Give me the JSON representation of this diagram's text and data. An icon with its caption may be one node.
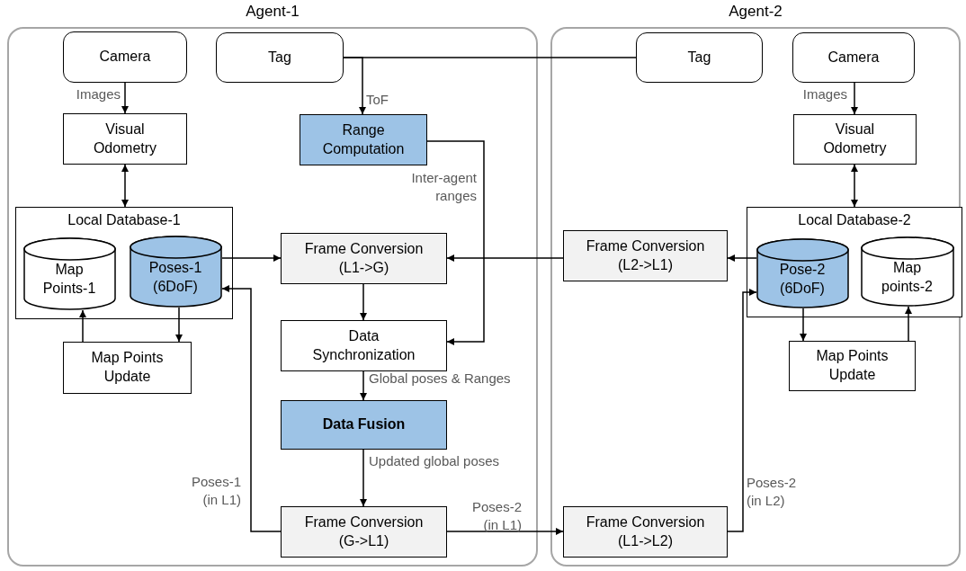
{
  "diagram": {
    "nodes": [
      {
        "text": [
          "Agent-1"
        ]
      },
      {
        "text": [
          "Camera"
        ],
        "in": 0
      },
      {
        "text": [
          "Tag"
        ],
        "in": 0
      },
      {
        "text": [
          "Visual Odometry"
        ],
        "in": 0
      },
      {
        "text": [
          "Range Computation"
        ],
        "in": 0
      },
      {
        "text": [
          "Local Database-1"
        ],
        "in": 0
      },
      {
        "text": [
          "Map Points-1"
        ],
        "in": 5
      },
      {
        "text": [
          "Poses-1 (6DoF)"
        ],
        "in": 5
      },
      {
        "text": [
          "Frame Conversion (L1->G)"
        ],
        "in": 0
      },
      {
        "text": [
          "Map Points Update"
        ],
        "in": 0
      },
      {
        "text": [
          "Data Synchronization"
        ],
        "in": 0
      },
      {
        "text": [
          "Data Fusion"
        ],
        "in": 0
      },
      {
        "text": [
          "Frame Conversion (G->L1)"
        ],
        "in": 0
      },
      {
        "text": [
          "Agent-2"
        ]
      },
      {
        "text": [
          "Tag"
        ],
        "in": 13
      },
      {
        "text": [
          "Camera"
        ],
        "in": 13
      },
      {
        "text": [
          "Visual Odometry"
        ],
        "in": 13
      },
      {
        "text": [
          "Frame Conversion (L2->L1)"
        ],
        "in": 13
      },
      {
        "text": [
          "Local Database-2"
        ],
        "in": 13
      },
      {
        "text": [
          "Pose-2 (6DoF)"
        ],
        "in": 18
      },
      {
        "text": [
          "Map points-2"
        ],
        "in": 18
      },
      {
        "text": [
          "Map Points Update"
        ],
        "in": 13
      },
      {
        "text": [
          "Frame Conversion (L1->L2)"
        ],
        "in": 13
      }
    ],
    "edges": [
      {
        "from": 1,
        "to": 3,
        "arrow": "to",
        "label": "Images"
      },
      {
        "from": 3,
        "to": 5,
        "arrow": "both"
      },
      {
        "from": 2,
        "to": 14,
        "arrow": "none"
      },
      {
        "from": 2,
        "to": 4,
        "arrow": "to",
        "label": "ToF"
      },
      {
        "from": 4,
        "to": 10,
        "arrow": "to",
        "label": "Inter-agent ranges"
      },
      {
        "from": 7,
        "to": 8,
        "arrow": "to"
      },
      {
        "from": 17,
        "to": 8,
        "arrow": "to"
      },
      {
        "from": 8,
        "to": 10,
        "arrow": "to"
      },
      {
        "from": 10,
        "to": 11,
        "arrow": "to",
        "label": "Global poses & Ranges"
      },
      {
        "from": 11,
        "to": 12,
        "arrow": "to",
        "label": "Updated global poses"
      },
      {
        "from": 12,
        "to": 7,
        "arrow": "to",
        "label": "Poses-1 (in L1)"
      },
      {
        "from": 7,
        "to": 9,
        "arrow": "to"
      },
      {
        "from": 9,
        "to": 6,
        "arrow": "to"
      },
      {
        "from": 12,
        "to": 22,
        "arrow": "to",
        "label": "Poses-2 (in L1)"
      },
      {
        "from": 22,
        "to": 19,
        "arrow": "to",
        "label": "Poses-2 (in L2)"
      },
      {
        "from": 15,
        "to": 16,
        "arrow": "to",
        "label": "Images"
      },
      {
        "from": 16,
        "to": 18,
        "arrow": "both"
      },
      {
        "from": 19,
        "to": 17,
        "arrow": "to"
      },
      {
        "from": 19,
        "to": 21,
        "arrow": "to"
      },
      {
        "from": 21,
        "to": 20,
        "arrow": "to"
      }
    ]
  }
}
